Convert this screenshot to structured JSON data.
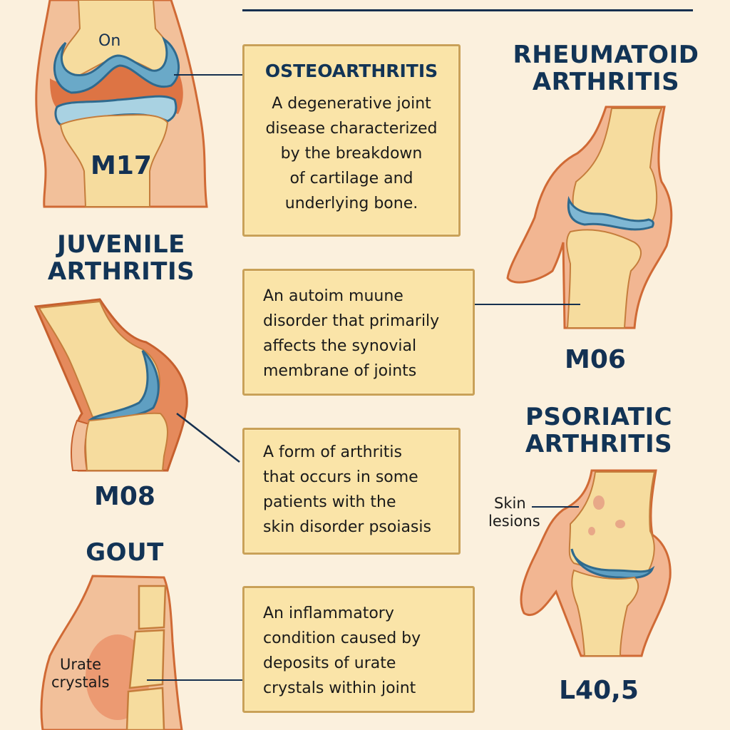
{
  "top_rule": {
    "color": "#16304f"
  },
  "colors": {
    "background": "#fbf0dd",
    "heading": "#123456",
    "box_fill": "#fae4a8",
    "box_border": "#c9a158",
    "bone": "#f6dc9e",
    "soft_tissue": "#f2c09a",
    "outline": "#d06a35",
    "cartilage": "#5fa3c6",
    "inflammation": "#e07a4a"
  },
  "conditions": [
    {
      "id": "osteoarthritis",
      "title": "OSTEOARTHRITIS",
      "code": "M17",
      "illustration_mark": "On",
      "description_lines": [
        "A degenerative joint",
        "disease characterized",
        "by the breakdown",
        "of cartilage and",
        "underlying bone."
      ]
    },
    {
      "id": "rheumatoid",
      "title_lines": [
        "RHEUMATOID",
        "ARTHRITIS"
      ],
      "code": "M06",
      "description_lines": [
        "An autoim muune",
        "disorder that primarily",
        "affects the synovial",
        "membrane of joints"
      ]
    },
    {
      "id": "juvenile",
      "title_lines": [
        "JUVENILE",
        "ARTHRITIS"
      ],
      "code": "M08"
    },
    {
      "id": "psoriatic",
      "title_lines": [
        "PSORIATIC",
        "ARTHRITIS"
      ],
      "code": "L40,5",
      "callout_lines": [
        "Skin",
        "lesions"
      ],
      "description_lines": [
        "A form of arthritis",
        "that occurs in some",
        "patients with the",
        "skin disorder psoiasis"
      ]
    },
    {
      "id": "gout",
      "title": "GOUT",
      "callout_lines": [
        "Urate",
        "crystals"
      ],
      "description_lines": [
        "An inflammatory",
        "condition caused by",
        "deposits of urate",
        "crystals within joint"
      ]
    }
  ]
}
